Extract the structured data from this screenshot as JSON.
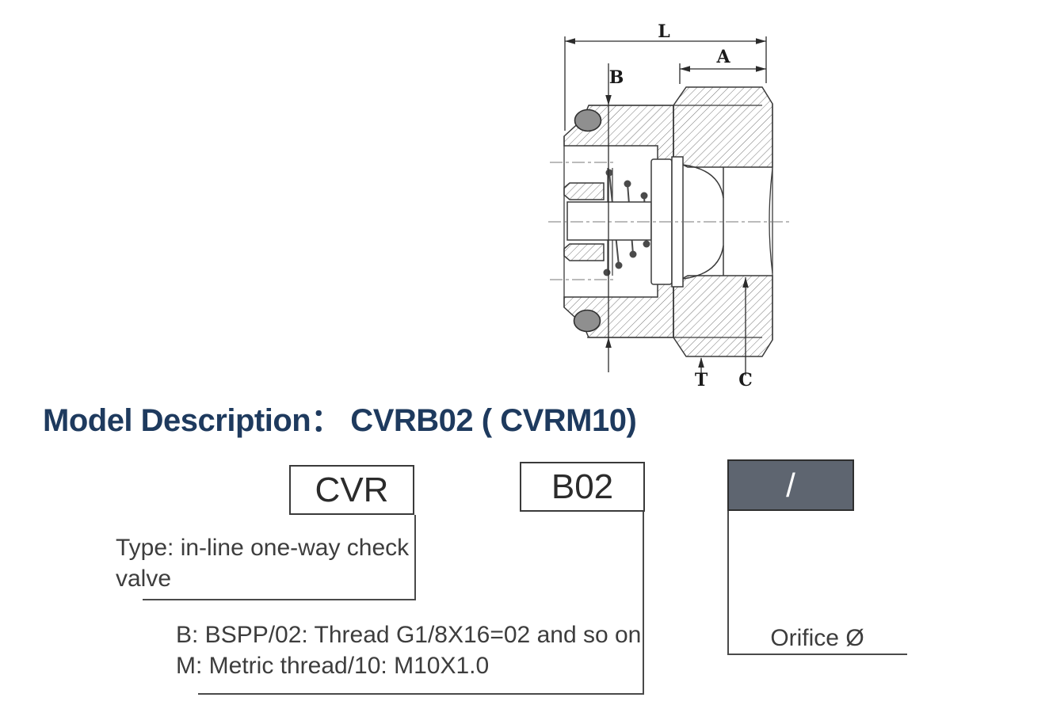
{
  "colors": {
    "heading_text": "#1e3a5e",
    "orifice_box_fill": "#5e6570",
    "orifice_box_text": "#ffffff",
    "connector_line": "#4a4a4a"
  },
  "technical_drawing": {
    "dimension_labels": {
      "L": "L",
      "A": "A",
      "B": "B",
      "T": "T",
      "C": "C"
    }
  },
  "model_description": {
    "heading": "Model Description： CVRB02 ( CVRM10)",
    "type_code": "CVR",
    "thread_code": "B02",
    "orifice_code": "/",
    "type_note": "Type: in-line one-way check valve",
    "thread_note_line1": "B: BSPP/02: Thread G1/8X16=02 and so on",
    "thread_note_line2": "M: Metric thread/10: M10X1.0",
    "orifice_note": "Orifice Ø"
  }
}
